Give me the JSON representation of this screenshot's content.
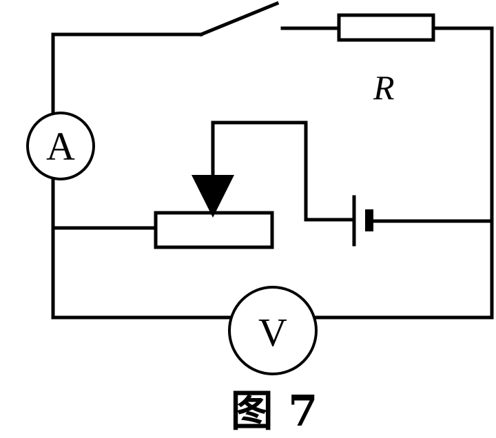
{
  "diagram": {
    "ammeter_label": "A",
    "voltmeter_label": "V",
    "resistor_label": "R",
    "caption": "图 7"
  },
  "colors": {
    "line": "#000000",
    "background": "#ffffff"
  }
}
